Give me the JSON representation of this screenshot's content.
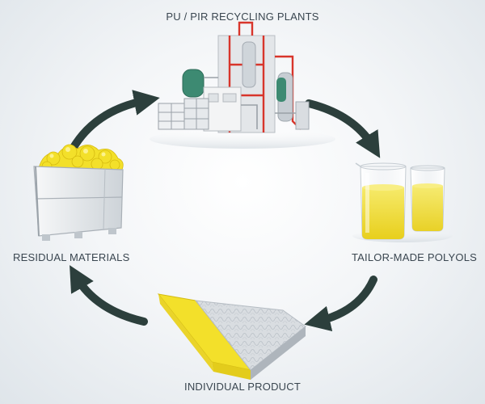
{
  "diagram": {
    "nodes": {
      "top": "PU / PIR RECYCLING PLANTS",
      "right": "TAILOR-MADE POLYOLS",
      "bottom": "INDIVIDUAL PRODUCT",
      "left": "RESIDUAL MATERIALS"
    },
    "colors": {
      "arrow": "#2c3f3c",
      "foam_yellow": "#f3e02a",
      "polyol": "#f2df3e",
      "plant_red": "#d8352b",
      "plant_green": "#3d8a72",
      "crate": "#e9ecef",
      "mattress_cover": "#cfd4d9"
    },
    "icons": [
      "recycling-plant-illustration",
      "beakers-illustration",
      "mattress-illustration",
      "crate-illustration"
    ],
    "flow": [
      "top",
      "right",
      "bottom",
      "left",
      "top"
    ]
  }
}
